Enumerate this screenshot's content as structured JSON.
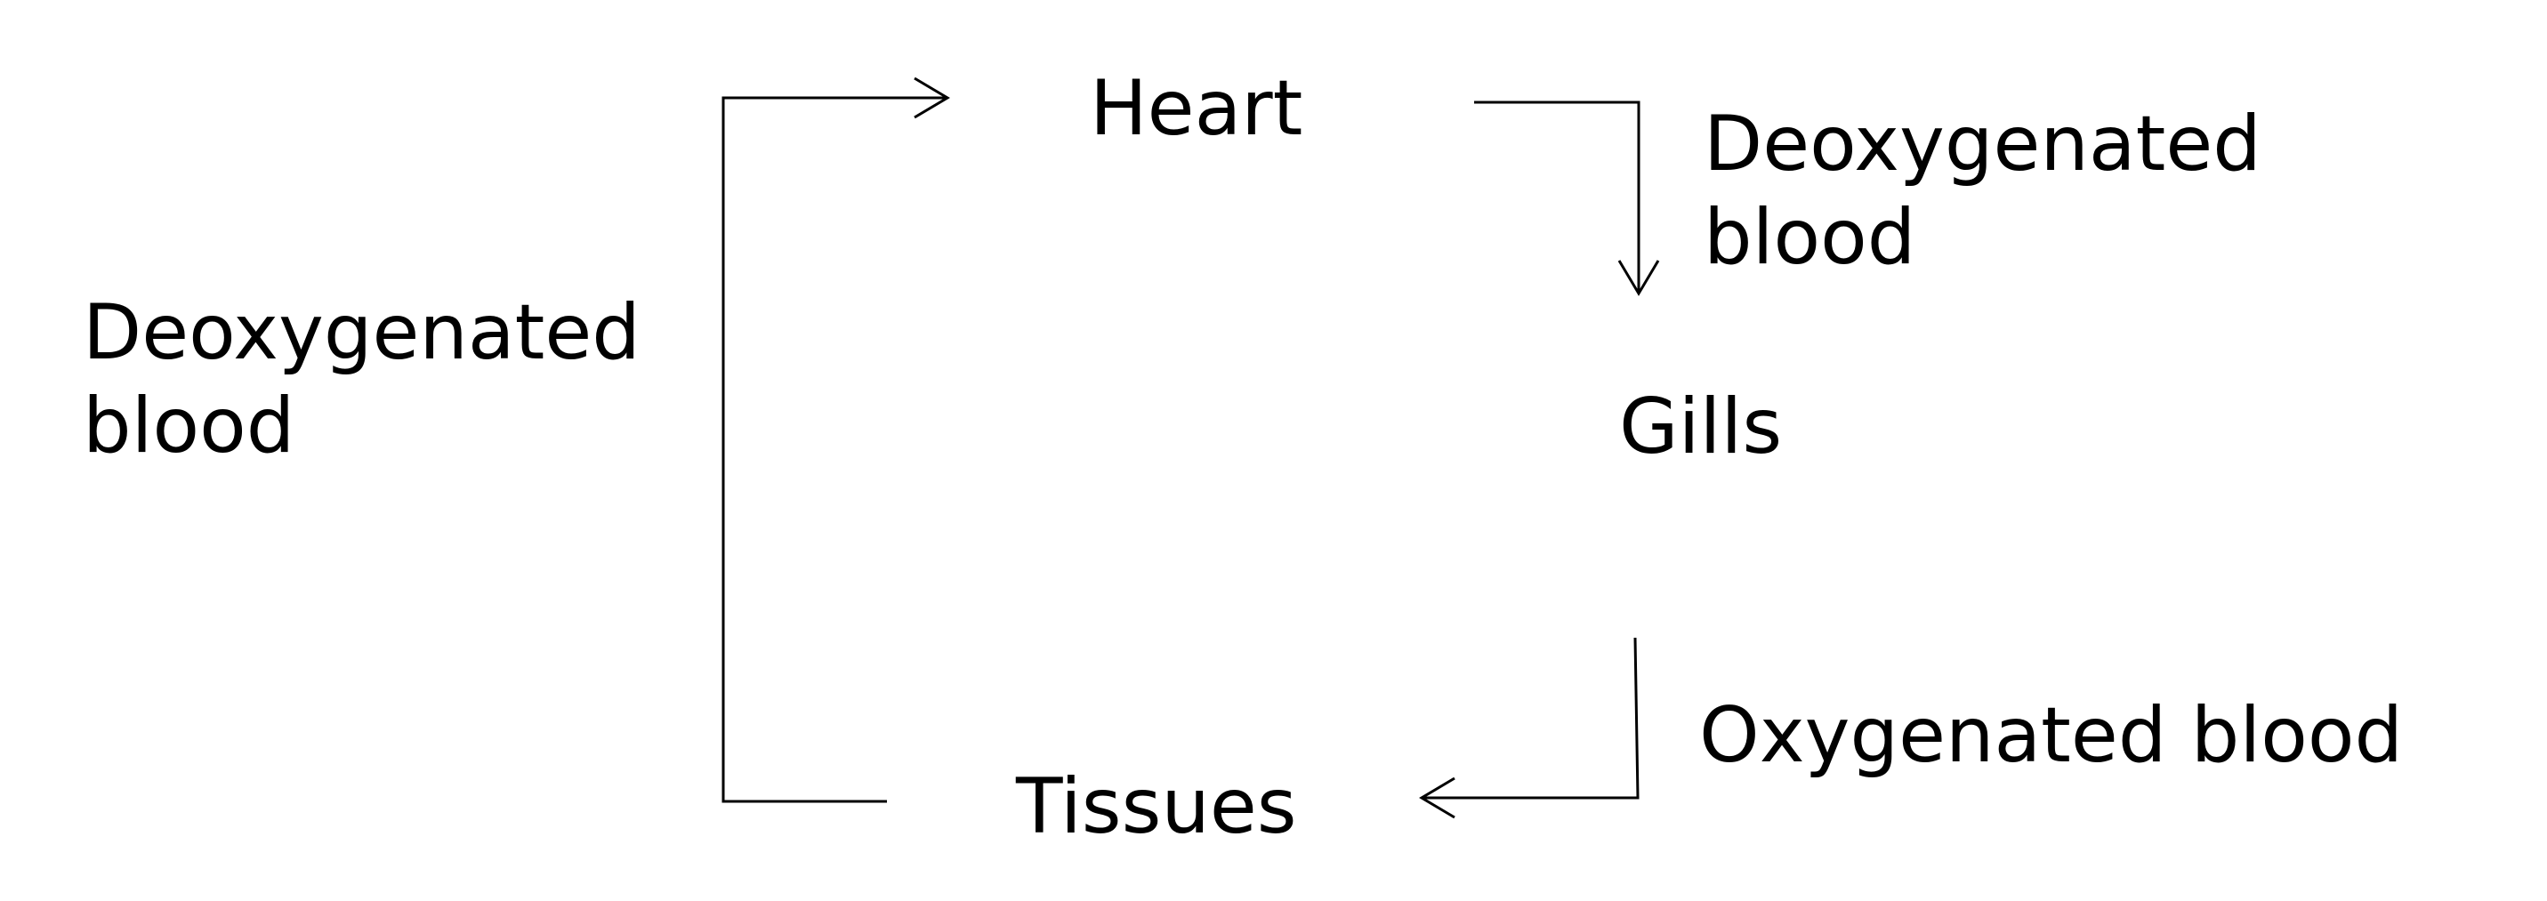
{
  "nodes": {
    "heart": "Heart",
    "gills": "Gills",
    "tissues": "Tissues"
  },
  "flows": {
    "tissues_to_heart": {
      "line1": "Deoxygenated",
      "line2": "blood"
    },
    "heart_to_gills": {
      "line1": "Deoxygenated",
      "line2": "blood"
    },
    "gills_to_tissues": "Oxygenated blood"
  },
  "colors": {
    "line": "#000000",
    "text": "#000000",
    "background": "#ffffff"
  }
}
